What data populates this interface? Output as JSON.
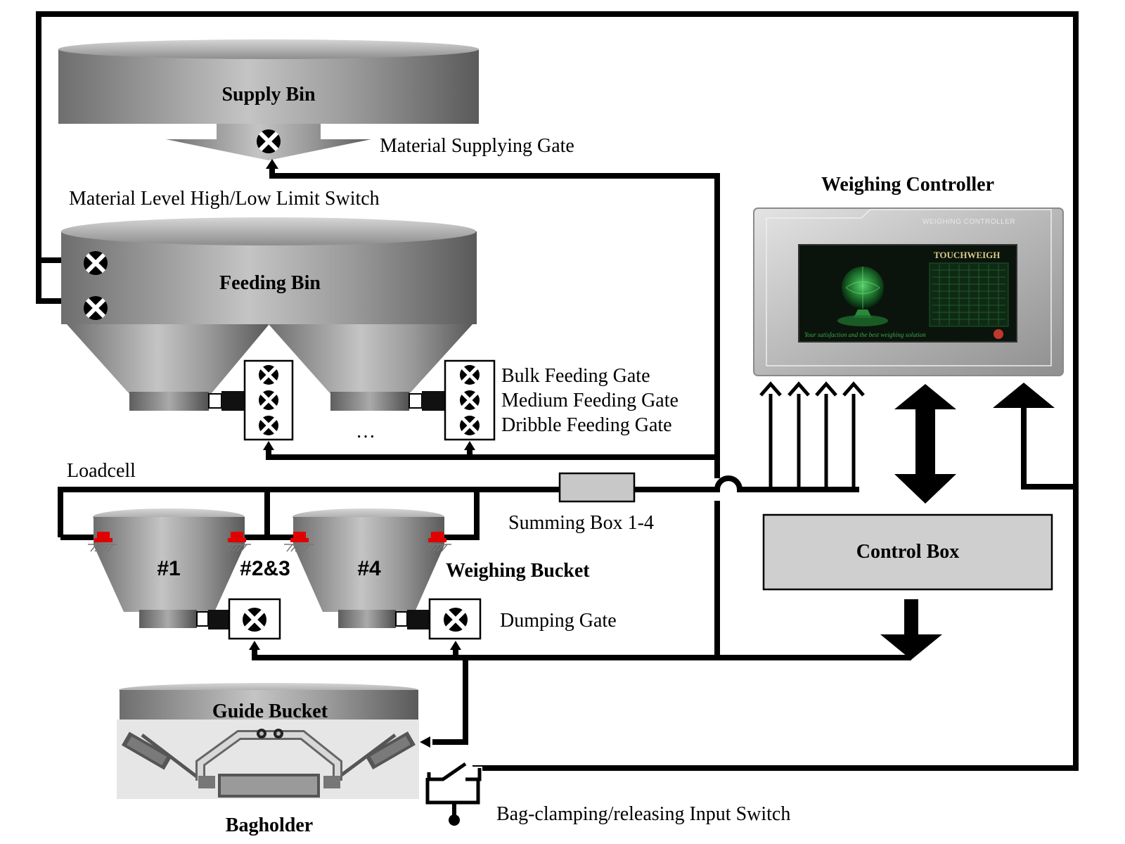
{
  "labels": {
    "supply_bin": "Supply Bin",
    "material_supplying_gate": "Material Supplying Gate",
    "level_switch": "Material Level High/Low Limit Switch",
    "feeding_bin": "Feeding Bin",
    "bulk_gate": "Bulk Feeding Gate",
    "medium_gate": "Medium Feeding Gate",
    "dribble_gate": "Dribble Feeding Gate",
    "ellipsis": "…",
    "loadcell": "Loadcell",
    "summing_box": "Summing Box 1-4",
    "bucket_1": "#1",
    "bucket_23": "#2&3",
    "bucket_4": "#4",
    "weighing_bucket": "Weighing Bucket",
    "dumping_gate": "Dumping Gate",
    "guide_bucket": "Guide Bucket",
    "bagholder": "Bagholder",
    "bag_switch": "Bag-clamping/releasing Input Switch",
    "weighing_controller": "Weighing Controller",
    "control_box": "Control Box"
  },
  "controller_panel": {
    "header": "WEIGHING CONTROLLER",
    "brand": "TOUCHWEIGH",
    "tagline": "Your satisfaction and the best weighing solution"
  },
  "colors": {
    "wire": "#000000",
    "loadcell_marker": "#e00000",
    "screen_bg": "#0a140c",
    "screen_glow": "#2fbf4a",
    "control_box_fill": "#cfcfcf",
    "summing_box_fill": "#c8c8c8"
  }
}
